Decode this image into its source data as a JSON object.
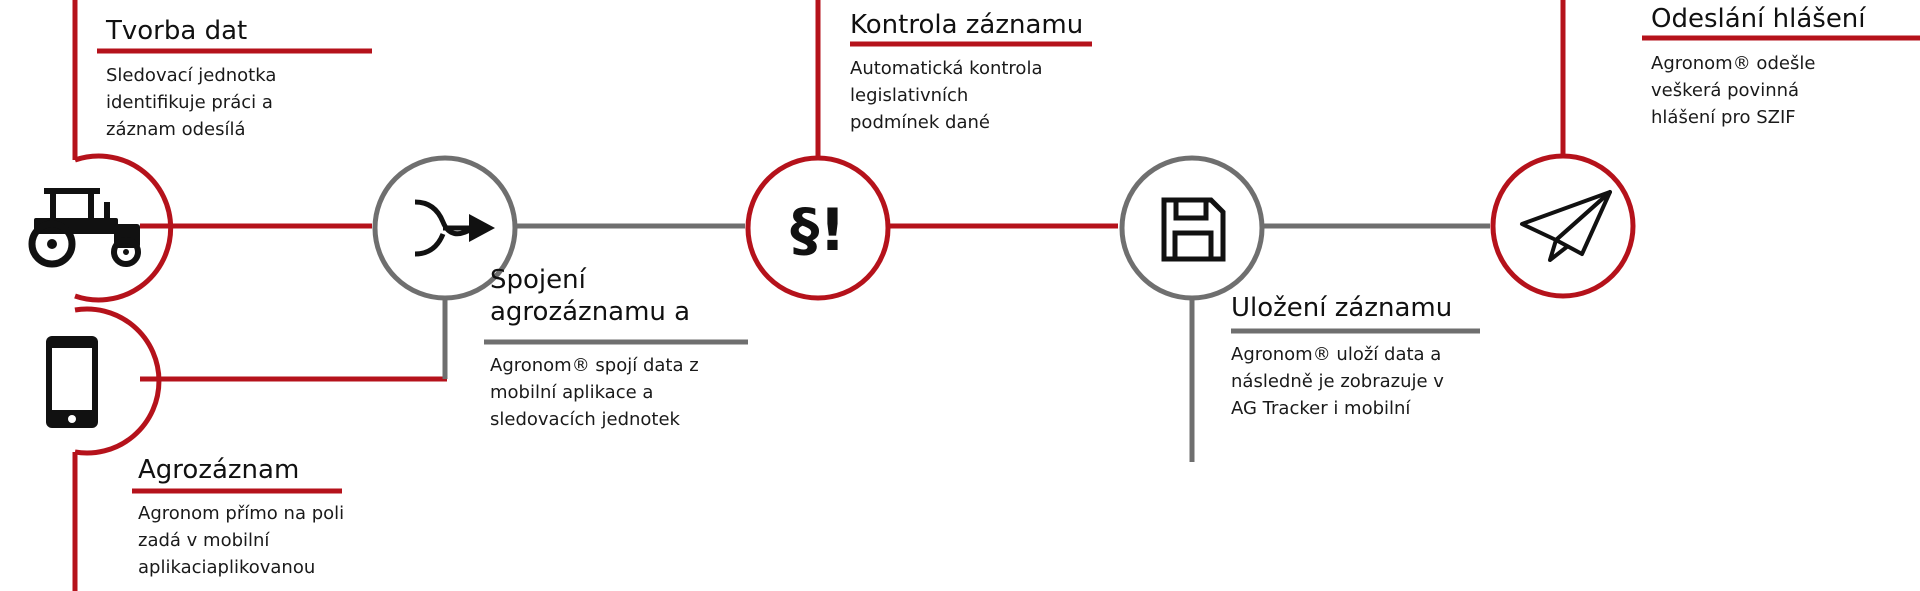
{
  "colors": {
    "red": "#b5121b",
    "gray": "#6f6f6f",
    "icon": "#111111"
  },
  "icons": {
    "tractor": "tractor-icon",
    "phone": "smartphone-icon",
    "merge": "merge-arrow-icon",
    "legal": "paragraph-exclamation-icon",
    "save": "floppy-disk-icon",
    "send": "paper-plane-icon"
  },
  "legal_glyph": "§!",
  "steps": {
    "tvorba": {
      "title": "Tvorba dat",
      "lines": [
        "Sledovací jednotka",
        "identifikuje práci a",
        "záznam odesílá"
      ]
    },
    "agrozaznam": {
      "title": "Agrozáznam",
      "lines": [
        "Agronom přímo na poli",
        "zadá v mobilní",
        "aplikaciaplikovanou"
      ]
    },
    "spojeni": {
      "title_lines": [
        "Spojení",
        "agrozáznamu a"
      ],
      "lines": [
        "Agronom® spojí data z",
        "mobilní aplikace a",
        "sledovacích jednotek"
      ]
    },
    "kontrola": {
      "title": "Kontrola záznamu",
      "lines": [
        "Automatická kontrola",
        "legislativních",
        "podmínek dané"
      ]
    },
    "ulozeni": {
      "title": "Uložení záznamu",
      "lines": [
        "Agronom® uloží data a",
        "následně je zobrazuje v",
        "AG Tracker i mobilní"
      ]
    },
    "odeslani": {
      "title": "Odeslání hlášení",
      "lines": [
        "Agronom® odešle",
        "veškerá povinná",
        "hlášení pro SZIF"
      ]
    }
  }
}
